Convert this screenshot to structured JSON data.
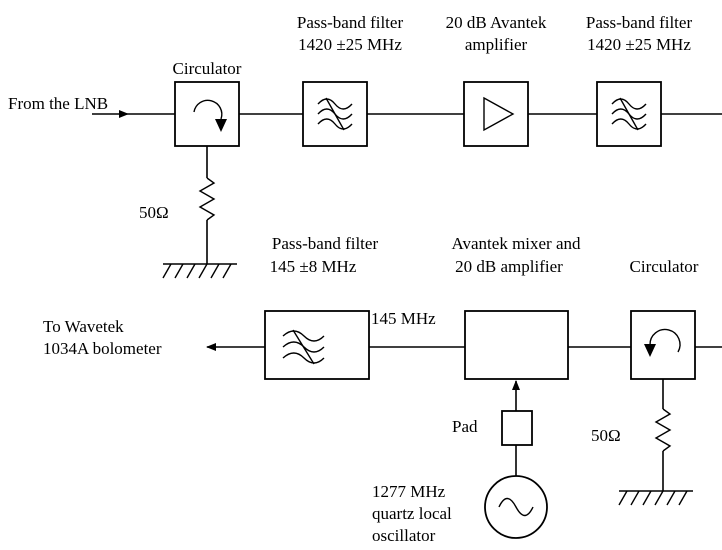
{
  "labels": {
    "input": "From the LNB",
    "circulator_1": "Circulator",
    "bpf1_line1": "Pass-band filter",
    "bpf1_line2": "1420 ±25 MHz",
    "amp_line1": "20 dB Avantek",
    "amp_line2": "amplifier",
    "bpf2_line1": "Pass-band filter",
    "bpf2_line2": "1420 ±25 MHz",
    "load_1": "50Ω",
    "bpf3_line1": "Pass-band filter",
    "bpf3_line2": "145 ±8 MHz",
    "mixer_line1": "Avantek mixer and",
    "mixer_line2": "20 dB amplifier",
    "circulator_2": "Circulator",
    "if_freq": "145 MHz",
    "output_line1": "To Wavetek",
    "output_line2": "1034A bolometer",
    "pad": "Pad",
    "load_2": "50Ω",
    "lo_line1": "1277 MHz",
    "lo_line2": "quartz local",
    "lo_line3": "oscillator"
  }
}
